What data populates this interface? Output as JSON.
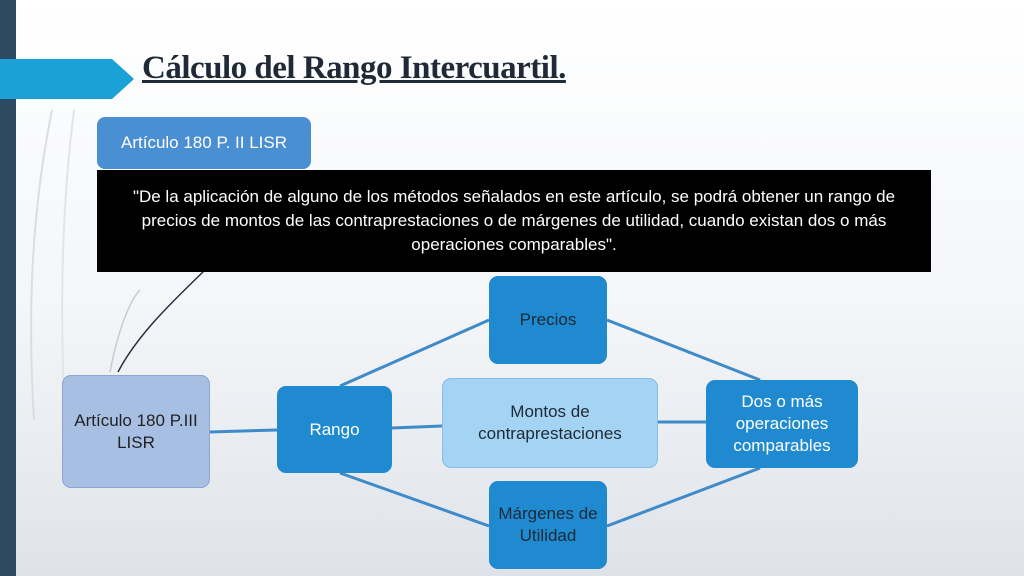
{
  "slide": {
    "title": "Cálculo del Rango Intercuartil.",
    "tag_label": "Artículo 180 P. II LISR",
    "quote": "\"De la aplicación de alguno de los métodos señalados en este artículo, se podrá obtener un rango de precios de montos de las contraprestaciones o de márgenes de utilidad, cuando existan dos o más operaciones comparables\"."
  },
  "diagram": {
    "nodes": {
      "articulo": "Artículo 180 P.III LISR",
      "rango": "Rango",
      "montos": "Montos de contraprestaciones",
      "precios": "Precios",
      "margenes": "Márgenes de Utilidad",
      "dos_o_mas": "Dos o más operaciones comparables"
    },
    "colors": {
      "strong_blue": "#1f8ad0",
      "light_blue": "#a4d3f3",
      "periwinkle": "#a7bfe3",
      "connector": "#3f8ac8",
      "accent": "#1aa1d6"
    }
  }
}
